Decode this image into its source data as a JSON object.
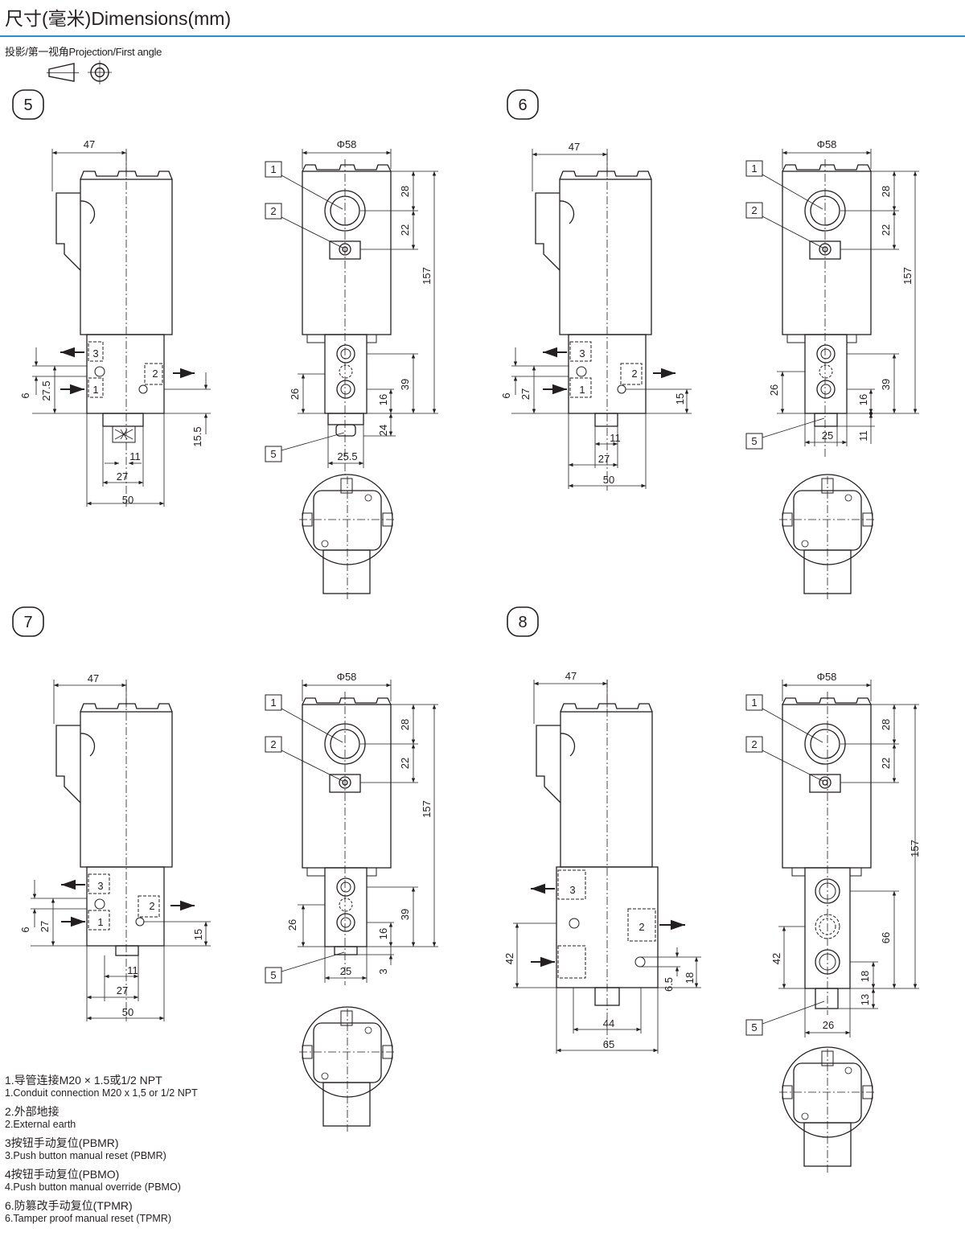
{
  "header": {
    "title": "尺寸(毫米)Dimensions(mm)",
    "projection_label": "投影/第一视角Projection/First angle"
  },
  "views": [
    {
      "number": "5",
      "side_dims": {
        "width": "47",
        "d1": "6",
        "d2": "27.5",
        "d3": "15.5",
        "b1": "11",
        "b2": "27",
        "b3": "50"
      },
      "front_dims": {
        "diameter": "Φ58",
        "d28": "28",
        "d22": "22",
        "d157": "157",
        "d26": "26",
        "d16": "16",
        "d39": "39",
        "d24": "24",
        "b1": "25.5"
      },
      "callouts": [
        "1",
        "2",
        "5"
      ],
      "ports": [
        "3",
        "1",
        "2"
      ]
    },
    {
      "number": "6",
      "side_dims": {
        "width": "47",
        "d1": "6",
        "d2": "27",
        "d3": "15",
        "b1": "11",
        "b2": "27",
        "b3": "50"
      },
      "front_dims": {
        "diameter": "Φ58",
        "d28": "28",
        "d22": "22",
        "d157": "157",
        "d26": "26",
        "d16": "16",
        "d39": "39",
        "d24": "11",
        "b1": "25"
      },
      "callouts": [
        "1",
        "2",
        "5"
      ],
      "ports": [
        "3",
        "1",
        "2"
      ]
    },
    {
      "number": "7",
      "side_dims": {
        "width": "47",
        "d1": "6",
        "d2": "27",
        "d3": "15",
        "b1": "11",
        "b2": "27",
        "b3": "50"
      },
      "front_dims": {
        "diameter": "Φ58",
        "d28": "28",
        "d22": "22",
        "d157": "157",
        "d26": "26",
        "d16": "16",
        "d39": "39",
        "d24": "3",
        "b1": "25"
      },
      "callouts": [
        "1",
        "2",
        "5"
      ],
      "ports": [
        "3",
        "1",
        "2"
      ]
    },
    {
      "number": "8",
      "side_dims": {
        "width": "47",
        "d1": "42",
        "d2": "6.5",
        "d3": "18",
        "b1": "44",
        "b2": "65"
      },
      "front_dims": {
        "diameter": "Φ58",
        "d28": "28",
        "d22": "22",
        "d157": "157",
        "d26": "42",
        "d16": "18",
        "d39": "66",
        "d24": "13",
        "b1": "26"
      },
      "callouts": [
        "1",
        "2",
        "5"
      ],
      "ports": [
        "3",
        "2"
      ]
    }
  ],
  "legend": [
    {
      "zh": "1.导管连接M20 × 1.5或1/2 NPT",
      "en": "1.Conduit connection M20 x 1,5 or 1/2 NPT"
    },
    {
      "zh": "2.外部地接",
      "en": "2.External earth"
    },
    {
      "zh": "3按钮手动复位(PBMR)",
      "en": "3.Push button manual reset (PBMR)"
    },
    {
      "zh": "4按钮手动复位(PBMO)",
      "en": "4.Push button manual override (PBMO)"
    },
    {
      "zh": "6.防篡改手动复位(TPMR)",
      "en": "6.Tamper proof manual reset (TPMR)"
    }
  ]
}
